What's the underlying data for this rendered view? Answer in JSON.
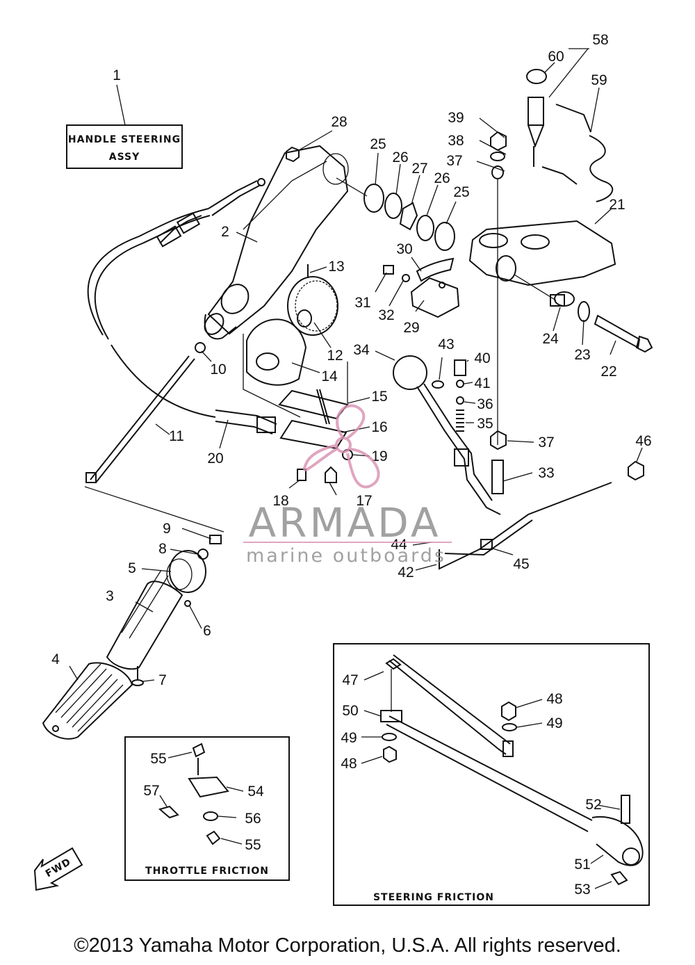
{
  "diagram": {
    "labels": {
      "handle_assy_line1": "HANDLE STEERING",
      "handle_assy_line2": "ASSY",
      "throttle_friction": "THROTTLE FRICTION",
      "steering_friction": "STEERING FRICTION",
      "fwd": "FWD"
    },
    "watermark": {
      "brand": "ARMADA",
      "tagline": "marine outboards"
    },
    "callouts": [
      {
        "id": "c1",
        "text": "1"
      },
      {
        "id": "c2",
        "text": "2"
      },
      {
        "id": "c3",
        "text": "3"
      },
      {
        "id": "c4",
        "text": "4"
      },
      {
        "id": "c5",
        "text": "5"
      },
      {
        "id": "c6",
        "text": "6"
      },
      {
        "id": "c7",
        "text": "7"
      },
      {
        "id": "c8",
        "text": "8"
      },
      {
        "id": "c9",
        "text": "9"
      },
      {
        "id": "c10",
        "text": "10"
      },
      {
        "id": "c11",
        "text": "11"
      },
      {
        "id": "c12",
        "text": "12"
      },
      {
        "id": "c13",
        "text": "13"
      },
      {
        "id": "c14",
        "text": "14"
      },
      {
        "id": "c15",
        "text": "15"
      },
      {
        "id": "c16",
        "text": "16"
      },
      {
        "id": "c17",
        "text": "17"
      },
      {
        "id": "c18",
        "text": "18"
      },
      {
        "id": "c19",
        "text": "19"
      },
      {
        "id": "c20",
        "text": "20"
      },
      {
        "id": "c21",
        "text": "21"
      },
      {
        "id": "c22",
        "text": "22"
      },
      {
        "id": "c23",
        "text": "23"
      },
      {
        "id": "c24",
        "text": "24"
      },
      {
        "id": "c25a",
        "text": "25"
      },
      {
        "id": "c25b",
        "text": "25"
      },
      {
        "id": "c26a",
        "text": "26"
      },
      {
        "id": "c26b",
        "text": "26"
      },
      {
        "id": "c27",
        "text": "27"
      },
      {
        "id": "c28",
        "text": "28"
      },
      {
        "id": "c29",
        "text": "29"
      },
      {
        "id": "c30",
        "text": "30"
      },
      {
        "id": "c31",
        "text": "31"
      },
      {
        "id": "c32",
        "text": "32"
      },
      {
        "id": "c33",
        "text": "33"
      },
      {
        "id": "c34",
        "text": "34"
      },
      {
        "id": "c35",
        "text": "35"
      },
      {
        "id": "c36",
        "text": "36"
      },
      {
        "id": "c37a",
        "text": "37"
      },
      {
        "id": "c37b",
        "text": "37"
      },
      {
        "id": "c38",
        "text": "38"
      },
      {
        "id": "c39",
        "text": "39"
      },
      {
        "id": "c40",
        "text": "40"
      },
      {
        "id": "c41",
        "text": "41"
      },
      {
        "id": "c42",
        "text": "42"
      },
      {
        "id": "c43",
        "text": "43"
      },
      {
        "id": "c44",
        "text": "44"
      },
      {
        "id": "c45",
        "text": "45"
      },
      {
        "id": "c46",
        "text": "46"
      },
      {
        "id": "c47",
        "text": "47"
      },
      {
        "id": "c48a",
        "text": "48"
      },
      {
        "id": "c48b",
        "text": "48"
      },
      {
        "id": "c49a",
        "text": "49"
      },
      {
        "id": "c49b",
        "text": "49"
      },
      {
        "id": "c50",
        "text": "50"
      },
      {
        "id": "c51",
        "text": "51"
      },
      {
        "id": "c52",
        "text": "52"
      },
      {
        "id": "c53",
        "text": "53"
      },
      {
        "id": "c54",
        "text": "54"
      },
      {
        "id": "c55a",
        "text": "55"
      },
      {
        "id": "c55b",
        "text": "55"
      },
      {
        "id": "c56",
        "text": "56"
      },
      {
        "id": "c57",
        "text": "57"
      },
      {
        "id": "c58",
        "text": "58"
      },
      {
        "id": "c59",
        "text": "59"
      },
      {
        "id": "c60",
        "text": "60"
      }
    ]
  },
  "footer": {
    "copyright": "©2013 Yamaha Motor Corporation, U.S.A. All rights reserved."
  },
  "colors": {
    "line": "#111111",
    "watermark_text": "#8a8a8a",
    "watermark_accent": "#d98fb0"
  }
}
